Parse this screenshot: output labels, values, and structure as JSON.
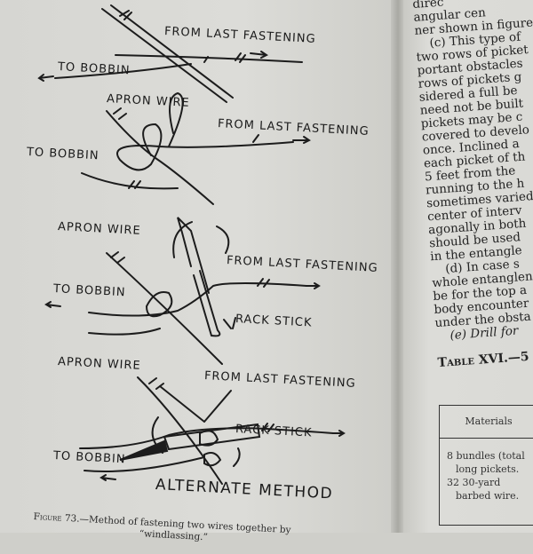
{
  "figure": {
    "labels": {
      "from_last_fastening": "FROM LAST FASTENING",
      "to_bobbin": "TO BOBBIN",
      "apron_wire": "APRON WIRE",
      "rack_stick": "RACK STICK",
      "alternate_method": "ALTERNATE METHOD"
    },
    "caption_prefix": "Figure 73.",
    "caption_line1": "—Method of fastening two wires together by",
    "caption_line2": "“windlassing.”"
  },
  "right_page": {
    "lines": [
      "direc",
      "angular cen",
      "ner shown in figure",
      "(c) This type of",
      "two rows of picket",
      "portant obstacles",
      "rows of pickets g",
      "sidered a full be",
      "need not be built",
      "pickets may be c",
      "covered to develo",
      "once. Inclined a",
      "each picket of th",
      "5 feet from the",
      "running to the h",
      "sometimes varied",
      "center of interv",
      "agonally in both",
      "should be used",
      "in the entangle",
      "(d) In case s",
      "whole entanglen",
      "be for the top a",
      "body encounter",
      "under the obsta",
      "(e) Drill for"
    ],
    "table_title": "Table XVI.—5",
    "table_header": "Materials",
    "table_rows": [
      "8 bundles (total",
      "long pickets.",
      "32 30-yard",
      "barbed wire."
    ]
  }
}
